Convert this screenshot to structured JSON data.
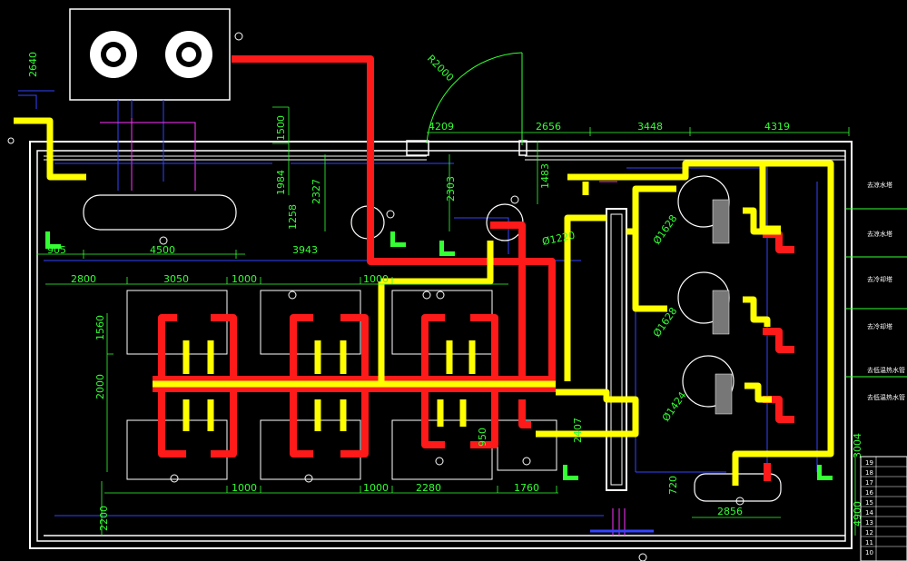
{
  "drawing": {
    "top_dims": [
      "2640",
      "1500",
      "1984",
      "1258",
      "2327",
      "2303",
      "1483",
      "4209",
      "2656",
      "3448",
      "4319",
      "R2000",
      "905",
      "4500",
      "3943"
    ],
    "lower_dims": [
      "2800",
      "3050",
      "1000",
      "1000",
      "1560",
      "2000",
      "1000",
      "1000",
      "2280",
      "1760",
      "950",
      "2200",
      "2407",
      "720",
      "2856",
      "3004",
      "4900"
    ],
    "diameters": [
      "Ø1220",
      "Ø1628",
      "Ø1628",
      "Ø1424"
    ],
    "side_labels": [
      "去凉水塔",
      "去凉水塔",
      "去冷却塔",
      "去冷却塔",
      "去低温热水管",
      "去低温热水管"
    ],
    "table_rows": [
      "19",
      "18",
      "17",
      "16",
      "15",
      "14",
      "13",
      "12",
      "11",
      "10"
    ]
  },
  "colors": {
    "background": "#000000",
    "hot_pipe": "#ff1a1a",
    "cold_pipe": "#ffff00",
    "wall": "#ffffff",
    "dimension": "#33ff33",
    "thin_line": "#3344ff",
    "accent": "#ff33ff"
  }
}
